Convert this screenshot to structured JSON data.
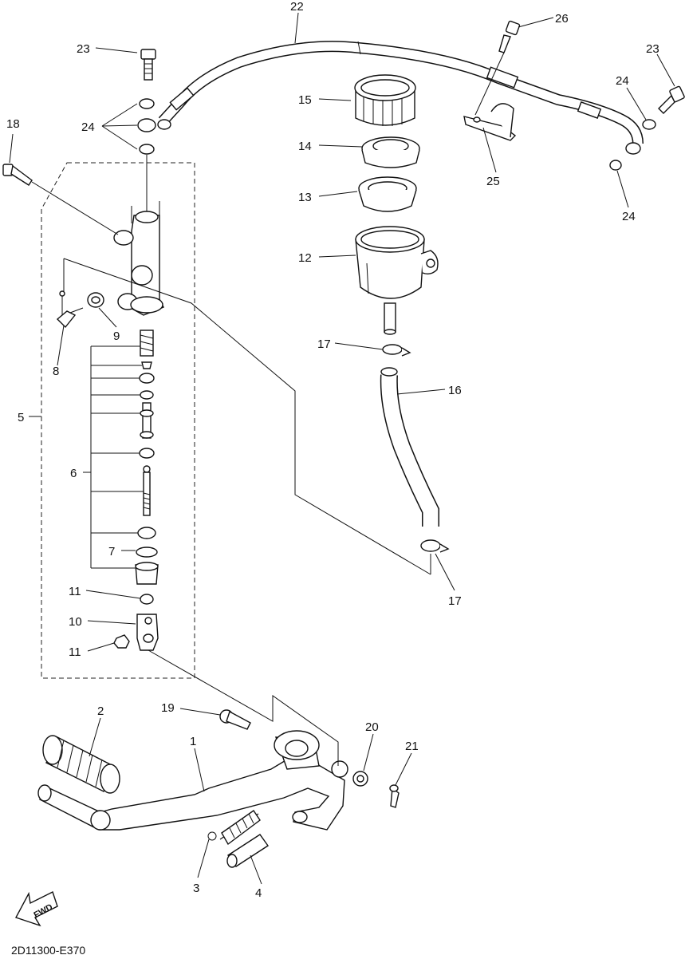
{
  "diagram": {
    "reference_code": "2D11300-E370",
    "fwd_label": "FWD",
    "callouts": {
      "c1": "1",
      "c2": "2",
      "c3": "3",
      "c4": "4",
      "c5": "5",
      "c6": "6",
      "c7": "7",
      "c8": "8",
      "c9": "9",
      "c10": "10",
      "c11a": "11",
      "c11b": "11",
      "c12": "12",
      "c13": "13",
      "c14": "14",
      "c15": "15",
      "c16": "16",
      "c17a": "17",
      "c17b": "17",
      "c18": "18",
      "c19": "19",
      "c20": "20",
      "c21": "21",
      "c22": "22",
      "c23a": "23",
      "c23b": "23",
      "c24a": "24",
      "c24b": "24",
      "c24c": "24",
      "c25": "25",
      "c26": "26"
    }
  }
}
